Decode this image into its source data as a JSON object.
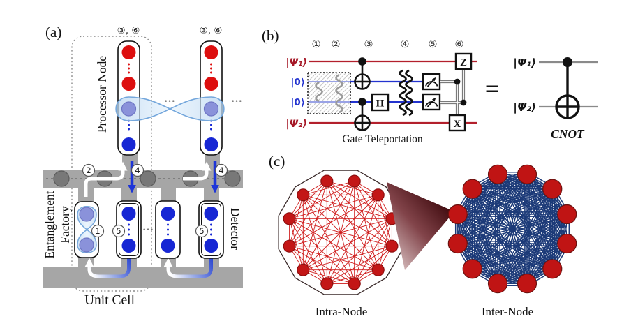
{
  "figure": {
    "description": "Three-panel scientific figure: (a) photonic quantum computer architecture with processor nodes, entanglement factory and detectors; (b) gate-teleportation circuit equal to CNOT; (c) intra-node and inter-node connectivity graphs"
  },
  "colors": {
    "rail_gray": "#a6a6a6",
    "dark_node_gray": "#787878",
    "qubit_red": "#dd0f0f",
    "qubit_blue": "#1727d4",
    "entangled_purple": "#8a92da",
    "entangle_halo_blue": "#74a7dc",
    "wire_red": "#b3202c",
    "wire_blue": "#2333cf",
    "wire_blue_faint": "#9aa3e6",
    "classical_gray": "#7a7a7a",
    "mini_wire_gray": "#8a8a8a"
  },
  "icons": {
    "entanglement": "infinity-loop",
    "measurement": "meter-dial",
    "loss_channel": "vertical-squiggle",
    "flow_arrow": "curved-arrow"
  },
  "panel_a": {
    "tag": "(a)",
    "top_label": "③, ⑥",
    "processor_label": "Processor Node",
    "ef_line1": "Entanglement",
    "ef_line2": "Factory",
    "detector_label": "Detector",
    "unit_cell_label": "Unit Cell",
    "dots": "···",
    "step_1": "1",
    "step_2": "2",
    "step_4": "4",
    "step_5": "5"
  },
  "panel_b": {
    "tag": "(b)",
    "steps": [
      "①",
      "②",
      "③",
      "④",
      "⑤",
      "⑥"
    ],
    "ket_psi1": "|Ψ₁⟩",
    "ket_zero1": "|0⟩",
    "ket_zero2": "|0⟩",
    "ket_psi2": "|Ψ₂⟩",
    "gate_h": "H",
    "gate_z": "Z",
    "gate_x": "X",
    "caption": "Gate Teleportation",
    "equals": "=",
    "right_ket1": "|Ψ₁⟩",
    "right_ket2": "|Ψ₂⟩",
    "cnot_label": "CNOT"
  },
  "panel_c": {
    "tag": "(c)",
    "intra": {
      "label": "Intra-Node",
      "nodes": 12,
      "node_color": "#c31616",
      "node_stroke": "#8c0f0f",
      "edge_color": "#cf1a1a"
    },
    "inter": {
      "label": "Inter-Node",
      "nodes": 12,
      "node_color": "#c01414",
      "node_stroke": "#6b1210",
      "edge_color": "#1c3a78"
    }
  }
}
